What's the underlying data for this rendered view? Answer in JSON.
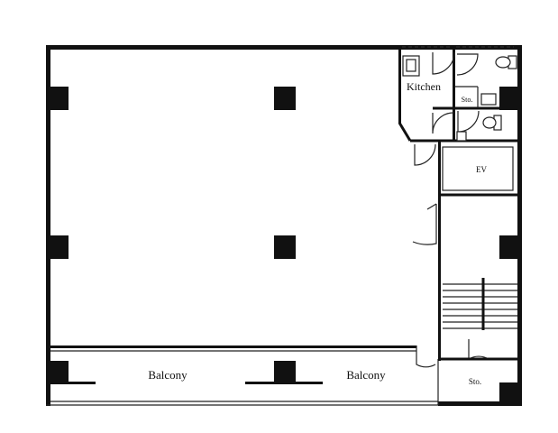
{
  "rooms": {
    "kitchen": "Kitchen",
    "storage_top": "Sto.",
    "storage_bottom": "Sto.",
    "elevator": "EV",
    "balcony_left": "Balcony",
    "balcony_right": "Balcony"
  }
}
